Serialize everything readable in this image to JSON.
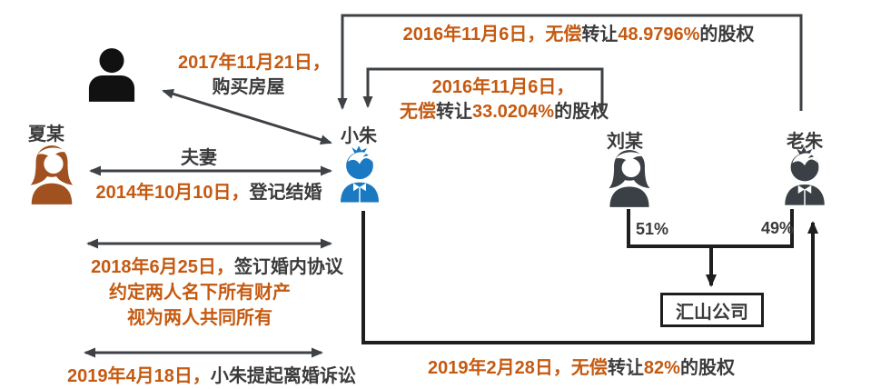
{
  "colors": {
    "accent": "#C55A11",
    "dark": "#3B3B3B",
    "line": "#3E4145",
    "thick": "#1E1E1E",
    "black": "#111111",
    "brown": "#A0511F",
    "blue": "#1B79C2",
    "gray": "#3A4046"
  },
  "people": {
    "xia": {
      "name": "夏某"
    },
    "xiaozhu": {
      "name": "小朱"
    },
    "liu": {
      "name": "刘某"
    },
    "laozhu": {
      "name": "老朱"
    }
  },
  "company": {
    "name": "汇山公司"
  },
  "shares": {
    "liu": "51%",
    "laozhu": "49%"
  },
  "events": {
    "transfer48": {
      "date": "2016年11月6日，",
      "free": "无偿",
      "verb": "转让",
      "pct": "48.9796%",
      "suffix": "的股权"
    },
    "transfer33": {
      "date": "2016年11月6日，",
      "free": "无偿",
      "verb": "转让",
      "pct": "33.0204%",
      "suffix": "的股权"
    },
    "transfer82": {
      "date": "2019年2月28日，",
      "free": "无偿",
      "verb": "转让",
      "pct": "82%",
      "suffix": "的股权"
    },
    "house": {
      "date": "2017年11月21日，",
      "action": "购买房屋"
    },
    "marriage": {
      "relation": "夫妻",
      "date": "2014年10月10日，",
      "action": "登记结婚"
    },
    "agreement": {
      "date": "2018年6月25日，",
      "action": "签订婚内协议",
      "note1": "约定两人名下所有财产",
      "note2": "视为两人共同所有"
    },
    "divorce": {
      "date": "2019年4月18日，",
      "action": "小朱提起离婚诉讼"
    }
  }
}
